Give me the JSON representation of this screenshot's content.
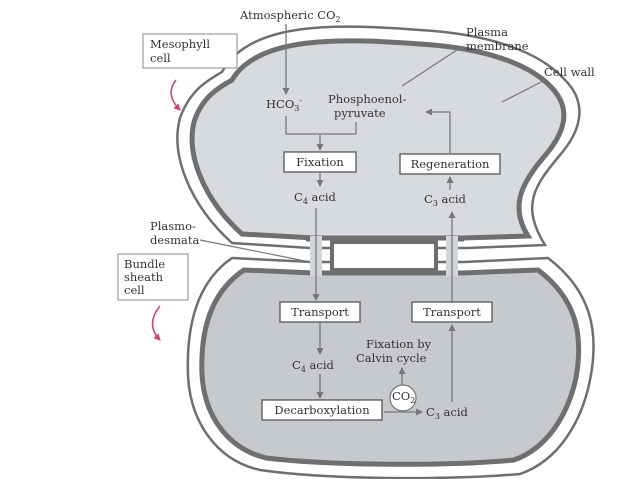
{
  "labels": {
    "atmospheric_co2": "Atmospheric CO",
    "atmospheric_co2_sub": "2",
    "plasma_membrane_line1": "Plasma",
    "plasma_membrane_line2": "membrane",
    "cell_wall": "Cell wall",
    "mesophyll_line1": "Mesophyll",
    "mesophyll_line2": "cell",
    "hco3": "HCO",
    "hco3_sub": "3",
    "hco3_sup": "-",
    "pep_line1": "Phosphoenol-",
    "pep_line2": "pyruvate",
    "c4_acid_top": "C",
    "c4_acid_top_sub": "4",
    "c4_acid_top_rest": " acid",
    "c3_acid_top": "C",
    "c3_acid_top_sub": "3",
    "c3_acid_top_rest": " acid",
    "plasmodesmata_line1": "Plasmo-",
    "plasmodesmata_line2": "desmata",
    "bundle_line1": "Bundle",
    "bundle_line2": "sheath",
    "bundle_line3": "cell",
    "c4_acid_bottom": "C",
    "c4_acid_bottom_sub": "4",
    "c4_acid_bottom_rest": " acid",
    "calvin_line1": "Fixation by",
    "calvin_line2": "Calvin cycle",
    "co2_circle": "CO",
    "co2_circle_sub": "2",
    "c3_acid_bottom": "C",
    "c3_acid_bottom_sub": "3",
    "c3_acid_bottom_rest": " acid"
  },
  "boxes": {
    "fixation": "Fixation",
    "regeneration": "Regeneration",
    "transport_left": "Transport",
    "transport_right": "Transport",
    "decarboxylation": "Decarboxylation"
  },
  "colors": {
    "mesophyll_fill": "#d7dadf",
    "bundle_fill": "#c6c9ce",
    "cell_wall_stroke": "#6f6f6f",
    "arrow": "#777777",
    "text": "#333333"
  }
}
